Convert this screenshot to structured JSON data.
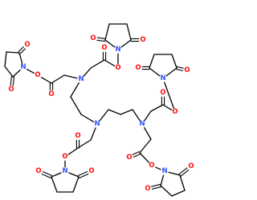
{
  "structure": {
    "atom_labels": {
      "oxygen": "O",
      "nitrogen": "N"
    },
    "colors": {
      "oxygen": "#ff0d0d",
      "nitrogen": "#3050f8",
      "bond": "#000000",
      "background": "#ffffff"
    },
    "counts": {
      "nhs_ester_groups": 5,
      "amine_nitrogens": 3,
      "succinimide_nitrogens": 5
    }
  }
}
